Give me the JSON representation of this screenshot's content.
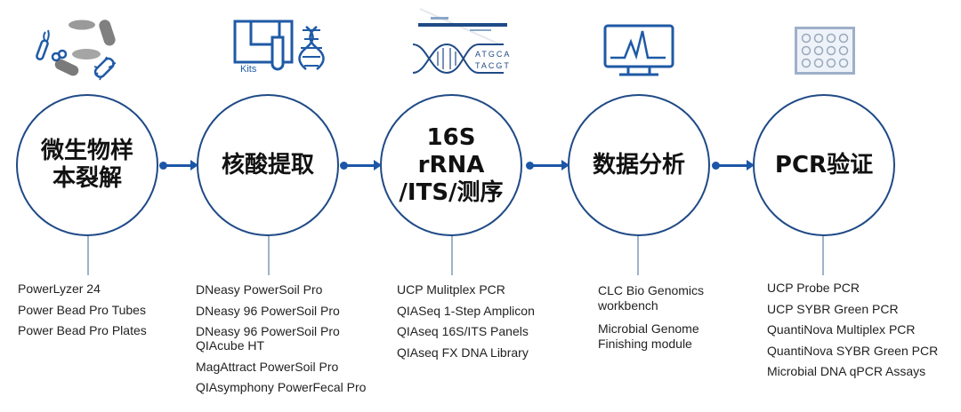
{
  "diagram": {
    "title": "Microbial workflow",
    "colors": {
      "circle_border": "#1f4a86",
      "arrow": "#1c56a6",
      "stem": "#9fb3c8",
      "icon_blue": "#1f5aa6",
      "icon_grey": "#8c8c8c",
      "text": "#222222"
    },
    "icons": {
      "kits_label": "Kits",
      "dna_sequence_top": "ATGCA",
      "dna_sequence_bottom": "TACGT"
    },
    "steps": [
      {
        "label": "微生物样\n本裂解",
        "icon": "bacteria-icon",
        "products": [
          "PowerLyzer 24",
          "Power Bead Pro Tubes",
          "Power Bead Pro Plates"
        ]
      },
      {
        "label": "核酸提取",
        "icon": "kits-dna-icon",
        "products": [
          "DNeasy PowerSoil Pro",
          "DNeasy 96 PowerSoil Pro",
          "DNeasy 96 PowerSoil Pro\nQIAcube HT",
          "MagAttract PowerSoil Pro",
          "QIAsymphony PowerFecal Pro"
        ]
      },
      {
        "label": "16S\nrRNA\n/ITS/测序",
        "icon": "sequencing-icon",
        "products": [
          "UCP Mulitplex PCR",
          "QIASeq 1-Step Amplicon",
          "QIAseq 16S/ITS Panels",
          "QIAseq FX DNA Library"
        ]
      },
      {
        "label": "数据分析",
        "icon": "monitor-chart-icon",
        "products": [
          "CLC Bio Genomics\nworkbench",
          "Microbial Genome\nFinishing module"
        ]
      },
      {
        "label": "PCR验证",
        "icon": "well-plate-icon",
        "products": [
          "UCP Probe PCR",
          "UCP SYBR Green PCR",
          "QuantiNova Multiplex PCR",
          "QuantiNova SYBR Green PCR",
          "Microbial DNA qPCR Assays"
        ]
      }
    ]
  }
}
